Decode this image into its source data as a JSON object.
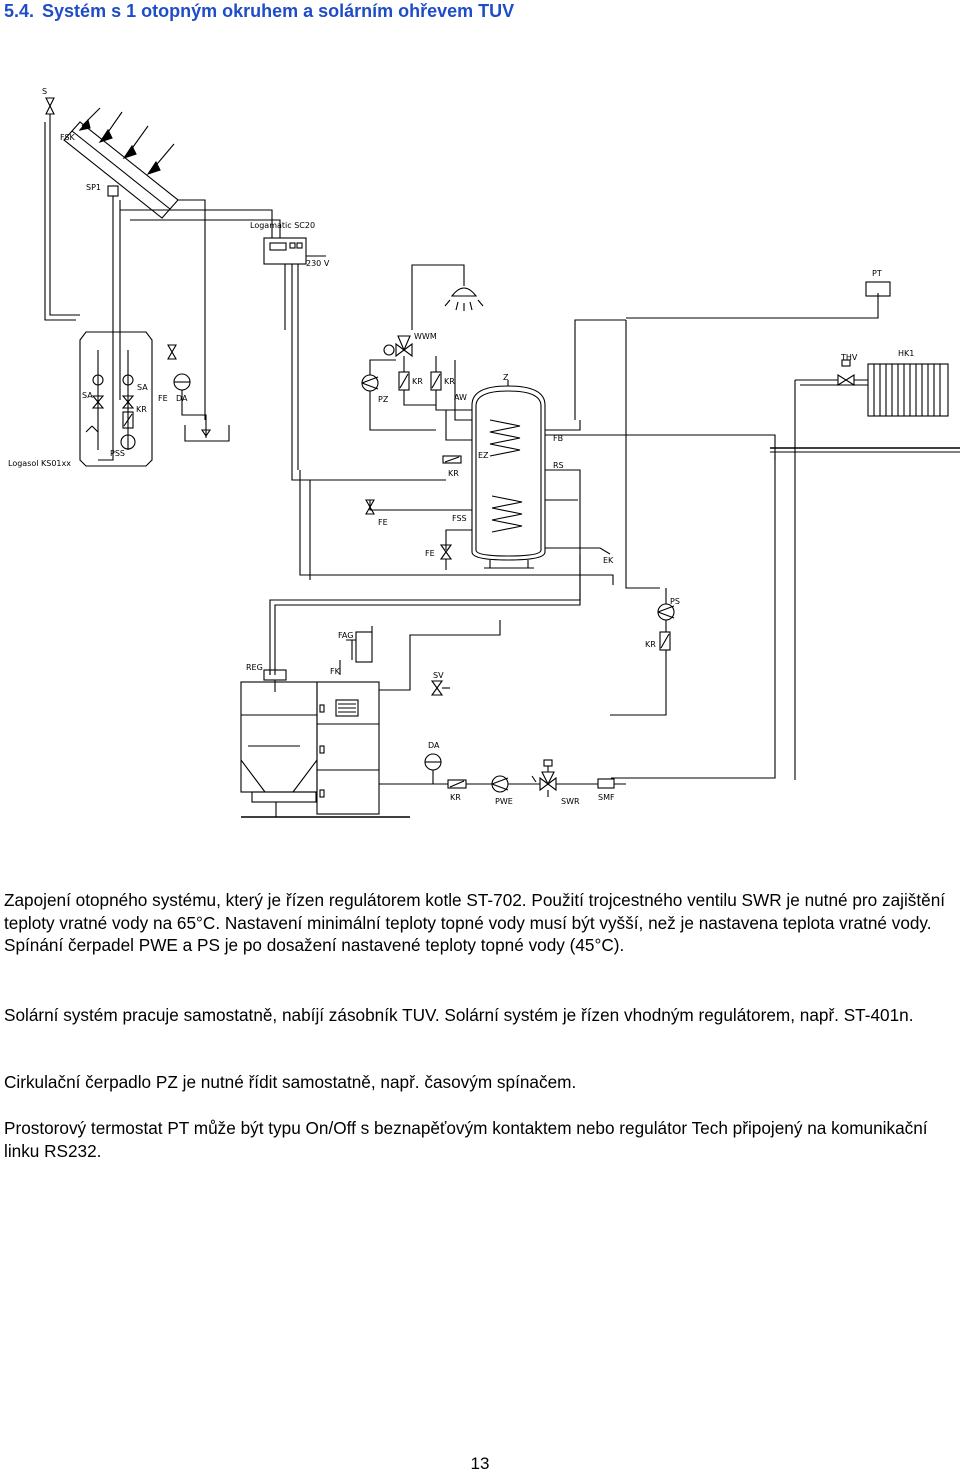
{
  "heading": {
    "number": "5.4.",
    "text": "Systém s 1 otopným okruhem a solárním ohřevem TUV"
  },
  "diagram": {
    "labels": {
      "fsk": "FSK",
      "sp1": "SP1",
      "logamatic": "Logamatic SC20",
      "v230": "230 V",
      "pt": "PT",
      "thv": "THV",
      "hk1": "HK1",
      "wwm": "WWM",
      "pz": "PZ",
      "kr_a": "KR",
      "kr_b": "KR",
      "aw": "AW",
      "z": "Z",
      "fb": "FB",
      "rs": "RS",
      "ez": "EZ",
      "kr_c": "KR",
      "fe_a": "FE",
      "fss": "FSS",
      "fe_b": "FE",
      "ek": "EK",
      "sa_l": "SA",
      "sa_r": "SA",
      "fe_c": "FE",
      "kr_d": "KR",
      "da_a": "DA",
      "pss": "PSS",
      "logasol": "Logasol KS01xx",
      "ps": "PS",
      "kr_e": "KR",
      "fag": "FAG",
      "reg": "REG",
      "fk": "FK",
      "sv": "SV",
      "da_b": "DA",
      "kr_f": "KR",
      "pwe": "PWE",
      "swr": "SWR",
      "smf": "SMF",
      "s": "S"
    }
  },
  "paragraphs": [
    "Zapojení otopného systému, který je řízen regulátorem kotle ST-702. Použití trojcestného ventilu SWR je nutné pro zajištění teploty vratné vody na 65°C. Nastavení minimální teploty topné vody musí být vyšší, než je nastavena teplota vratné vody. Spínání čerpadel PWE a PS je po dosažení nastavené teploty topné vody (45°C).",
    "Solární systém pracuje samostatně, nabíjí zásobník TUV. Solární systém je řízen vhodným regulátorem, např. ST-401n.",
    "Cirkulační čerpadlo PZ je nutné řídit samostatně, např. časovým spínačem.",
    "Prostorový termostat PT může být typu On/Off s beznapěťovým kontaktem nebo regulátor Tech připojený na komunikační linku RS232."
  ],
  "page_number": "13"
}
